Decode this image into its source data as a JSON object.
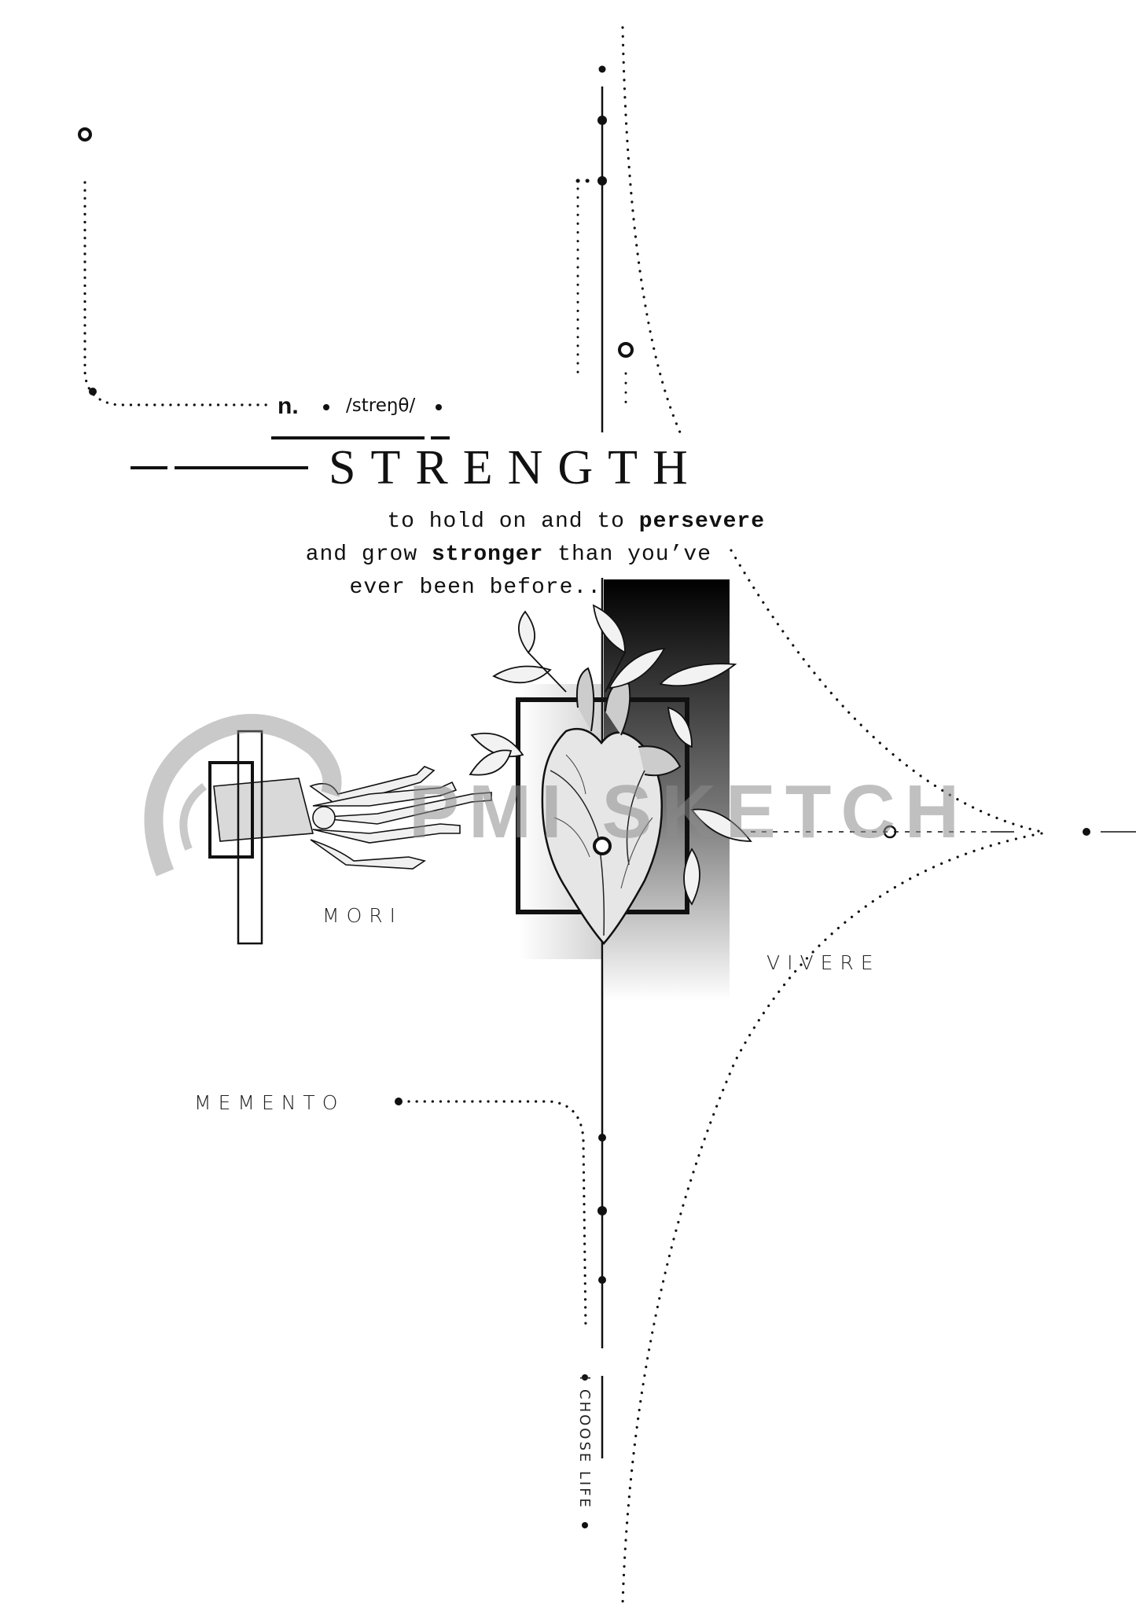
{
  "definition": {
    "part_of_speech": "n.",
    "pronunciation": "/streŋθ/",
    "word": "STRENGTH",
    "line1_plain": "to hold on and to ",
    "line1_bold": "persevere",
    "line2_plain_a": "and grow ",
    "line2_bold": "stronger",
    "line2_plain_b": " than you’ve",
    "line3": "ever been before.."
  },
  "labels": {
    "mori": "MORI",
    "vivere": "VIVERE",
    "memento": "MEMENTO",
    "choose_life": "I CHOOSE LIFE"
  },
  "watermark": "PMI SKETCH",
  "colors": {
    "ink": "#111111",
    "background": "#ffffff",
    "watermark": "#8c8c8c"
  }
}
